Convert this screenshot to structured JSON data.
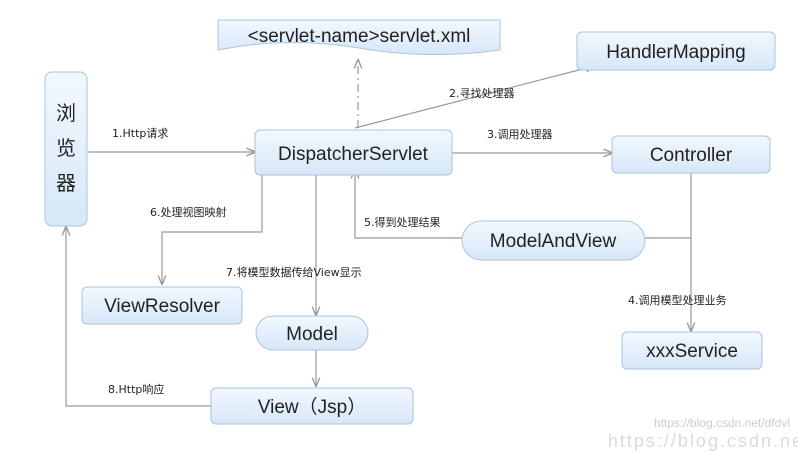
{
  "nodes": {
    "browser": "浏览器",
    "servlet_xml": "<servlet-name>servlet.xml",
    "handler_mapping": "HandlerMapping",
    "dispatcher": "DispatcherServlet",
    "controller": "Controller",
    "model_and_view": "ModelAndView",
    "view_resolver": "ViewResolver",
    "model": "Model",
    "xxx_service": "xxxService",
    "view": "View（Jsp）"
  },
  "edges": {
    "http_request": "1.Http请求",
    "find_handler": "2.寻找处理器",
    "call_handler": "3.调用处理器",
    "call_model_business": "4.调用模型处理业务",
    "get_result": "5.得到处理结果",
    "view_mapping": "6.处理视图映射",
    "pass_model_to_view": "7.将模型数据传给View显示",
    "http_response": "8.Http响应"
  },
  "watermark": {
    "line1": "https://blog.csdn.net/dfdvl",
    "line2": "https://blog.csdn.net/"
  },
  "colors": {
    "box_top": "#f2f8fe",
    "box_bottom": "#d6e7f8",
    "box_border": "#a9c4e0",
    "arrow": "#999999"
  }
}
